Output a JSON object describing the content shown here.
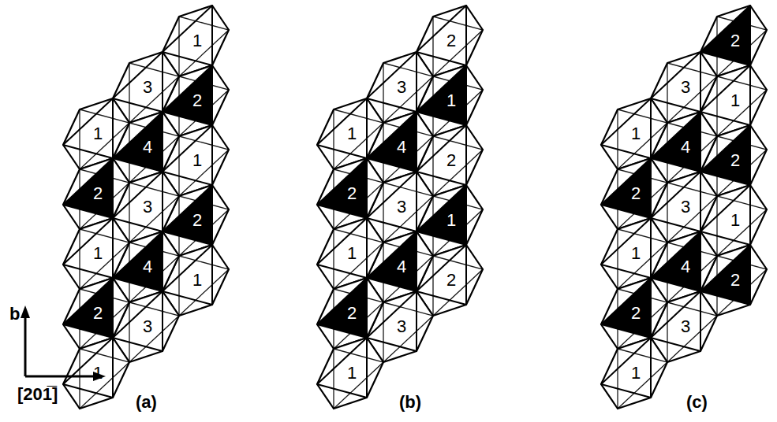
{
  "diagram": {
    "labels": [
      "1",
      "2",
      "1",
      "2",
      "1",
      "3",
      "4",
      "3",
      "4",
      "3",
      "1",
      "2",
      "1",
      "2",
      "1",
      "2",
      "1",
      "2",
      "1",
      "2",
      "3",
      "4",
      "3",
      "4",
      "3",
      "1",
      "2",
      "1",
      "2",
      "1",
      "2",
      "1",
      "2",
      "1",
      "2",
      "3",
      "4",
      "3",
      "4",
      "3",
      "1",
      "2",
      "1",
      "2",
      "1",
      "b",
      "[201̅]",
      "(a)",
      "(b)",
      "(c)"
    ]
  }
}
